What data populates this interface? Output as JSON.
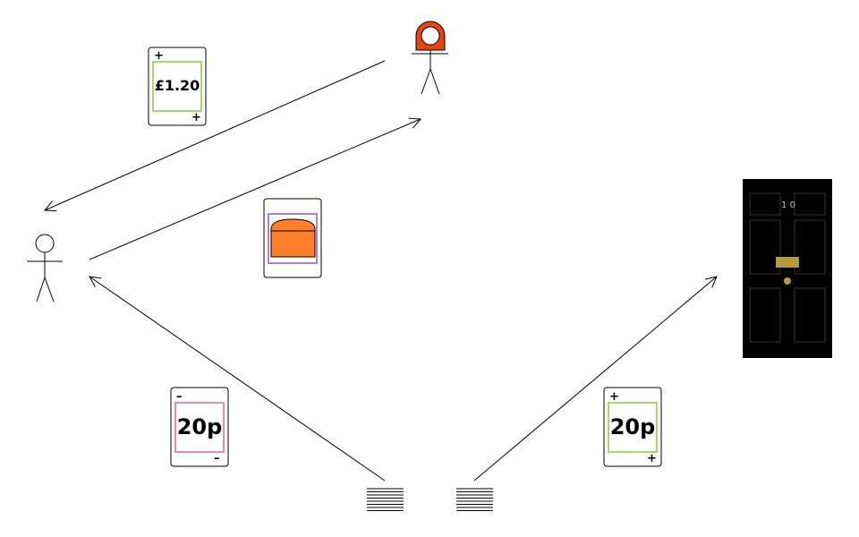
{
  "cards": {
    "top_price": {
      "sign_top": "+",
      "sign_bottom": "+",
      "amount": "£1.20",
      "border_color": "#a6d96a"
    },
    "bread": {
      "icon": "bread-icon",
      "border_color": "#b07fd6",
      "fill_color": "#ff7f2a"
    },
    "left_coin": {
      "sign_top": "–",
      "sign_bottom": "–",
      "amount": "20p",
      "border_color": "#f08aa0"
    },
    "right_coin": {
      "sign_top": "+",
      "sign_bottom": "+",
      "amount": "20p",
      "border_color": "#a6d96a"
    }
  },
  "actors": {
    "customer": {
      "icon": "stick-figure-icon"
    },
    "shopkeeper": {
      "icon": "stick-figure-hooded-icon",
      "hood_color": "#e8420f"
    }
  },
  "door": {
    "icon": "black-door-icon",
    "number": "1 0",
    "color": "#000000",
    "brass_color": "#b59a3b"
  },
  "ledgers": {
    "icon": "ledger-lines-icon"
  }
}
